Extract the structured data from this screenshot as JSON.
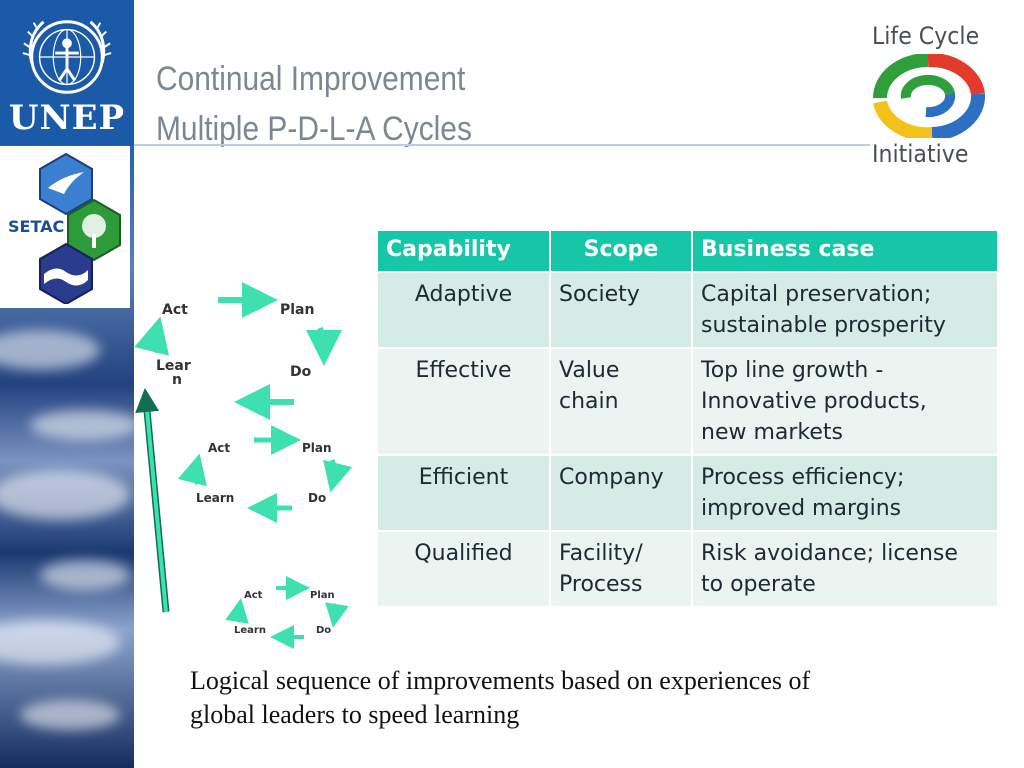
{
  "title": {
    "line1": "Continual Improvement",
    "line2": "Multiple P-D-L-A Cycles"
  },
  "logos": {
    "unep": "UNEP",
    "setac": "SETAC",
    "lci_top": "Life Cycle",
    "lci_bottom": "Initiative"
  },
  "cycles": [
    {
      "act": "Act",
      "plan": "Plan",
      "do": "Do",
      "learn_line1": "Lear",
      "learn_line2": "n"
    },
    {
      "act": "Act",
      "plan": "Plan",
      "do": "Do",
      "learn": "Learn"
    },
    {
      "act": "Act",
      "plan": "Plan",
      "do": "Do",
      "learn": "Learn"
    }
  ],
  "table": {
    "headers": [
      "Capability",
      "Scope",
      "Business case"
    ],
    "rows": [
      {
        "capability": "Adaptive",
        "scope": "Society",
        "business_case": [
          "Capital preservation;",
          "sustainable prosperity"
        ]
      },
      {
        "capability": "Effective",
        "scope": [
          "Value",
          "chain"
        ],
        "business_case": [
          "Top line growth -",
          "Innovative products,",
          "new markets"
        ]
      },
      {
        "capability": "Efficient",
        "scope": "Company",
        "business_case": [
          "Process efficiency;",
          "improved margins"
        ]
      },
      {
        "capability": "Qualified",
        "scope": [
          "Facility/",
          "Process"
        ],
        "business_case": [
          "Risk avoidance; license",
          "to operate"
        ]
      }
    ]
  },
  "caption": {
    "line1": "Logical sequence of  improvements based on experiences of",
    "line2": "global leaders to speed learning"
  },
  "colors": {
    "accent": "#16c7a7",
    "row_dark": "#d5ebe6",
    "row_light": "#eaf5f2",
    "arrow": "#3fe0b0",
    "sidebar": "#1b5aa6"
  }
}
